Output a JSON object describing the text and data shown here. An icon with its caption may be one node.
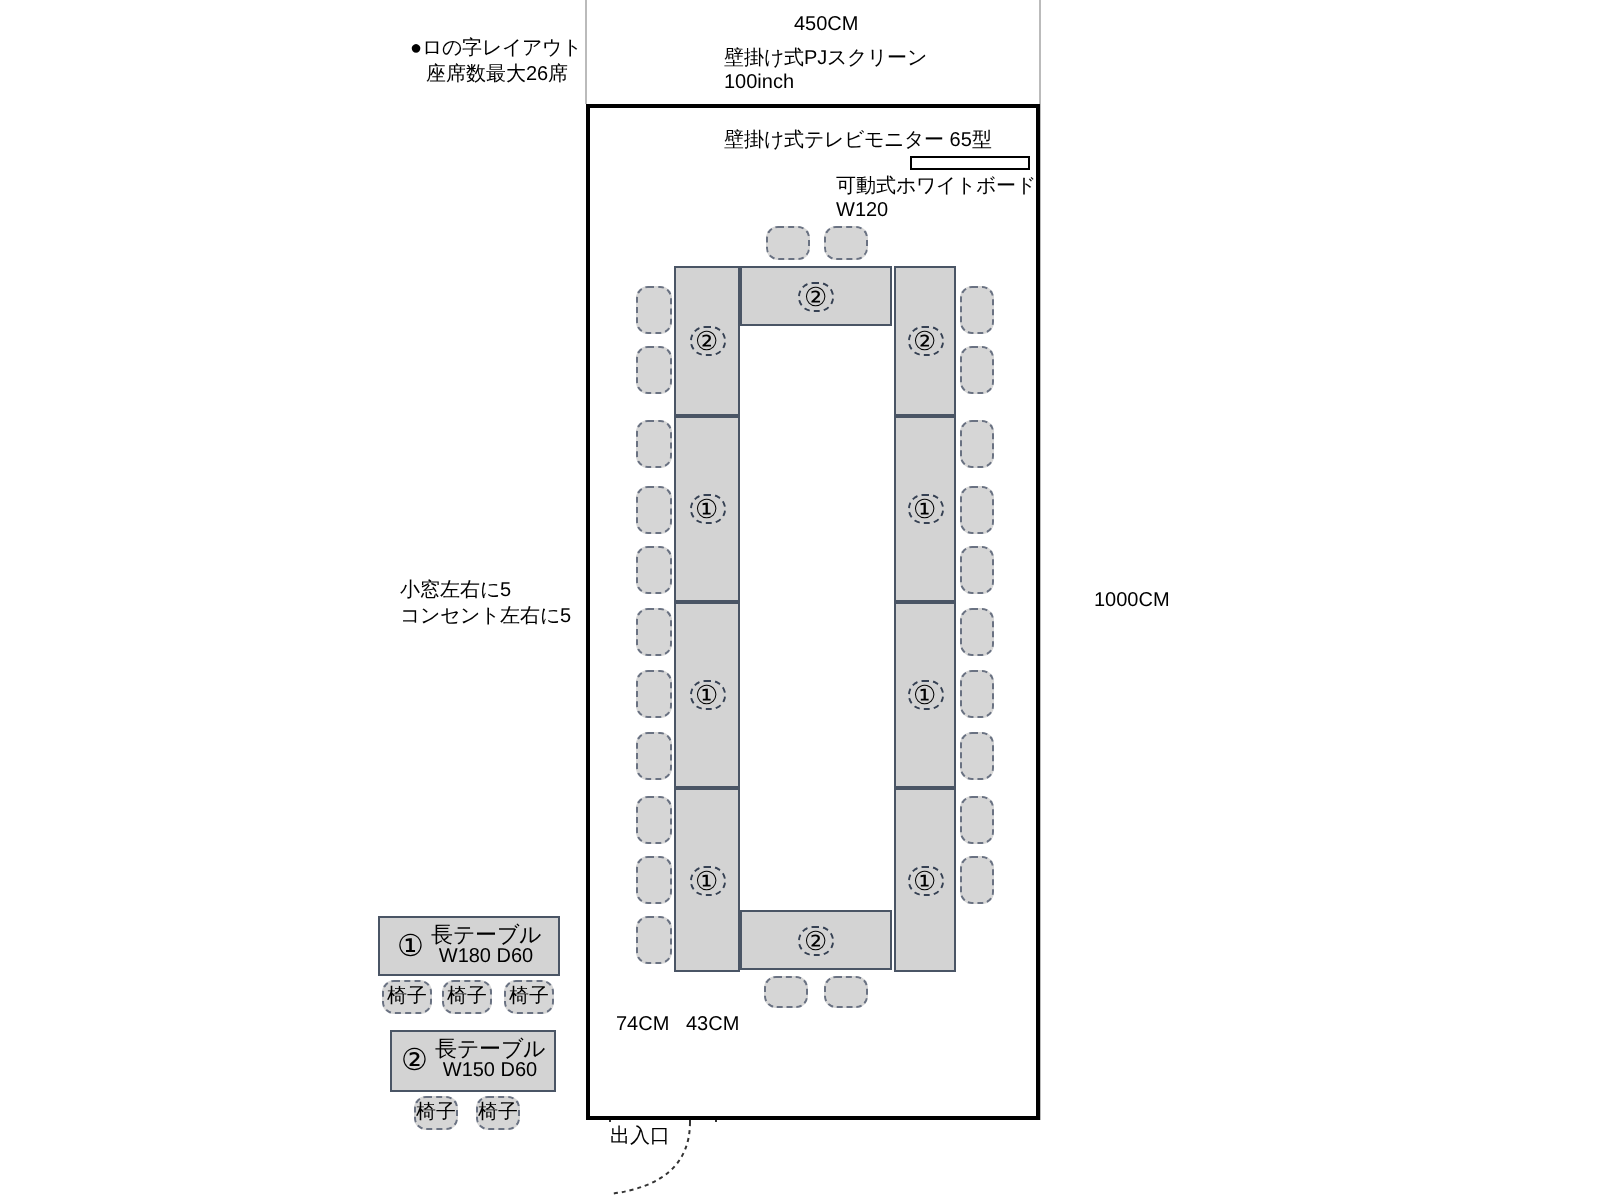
{
  "diagram": {
    "nodes": [
      {
        "text": [],
        "shape": "box"
      },
      {
        "text": [],
        "shape": "bar",
        "beside": [
          "可動式ホワイトボード",
          "W120"
        ],
        "in": 0
      },
      {
        "text": [],
        "shape": "box",
        "in": 0
      },
      {
        "text": [],
        "shape": "box",
        "in": 0
      },
      {
        "text": [
          "②"
        ],
        "in": 0
      },
      {
        "text": [
          "②"
        ],
        "in": 0
      },
      {
        "text": [
          "②"
        ],
        "in": 0
      },
      {
        "text": [
          "①"
        ],
        "in": 0
      },
      {
        "text": [
          "①"
        ],
        "in": 0
      },
      {
        "text": [
          "①"
        ],
        "in": 0
      },
      {
        "text": [
          "①"
        ],
        "in": 0
      },
      {
        "text": [
          "①"
        ],
        "in": 0
      },
      {
        "text": [
          "①"
        ],
        "in": 0
      },
      {
        "text": [
          "②"
        ],
        "in": 0
      },
      {
        "text": [],
        "shape": "box",
        "in": 0
      },
      {
        "text": [],
        "shape": "box",
        "in": 0
      },
      {
        "text": [],
        "shape": "box",
        "in": 0
      },
      {
        "text": [],
        "shape": "box",
        "in": 0
      },
      {
        "text": [],
        "shape": "box",
        "in": 0
      },
      {
        "text": [],
        "shape": "box",
        "in": 0
      },
      {
        "text": [],
        "shape": "box",
        "in": 0
      },
      {
        "text": [],
        "shape": "box",
        "in": 0
      },
      {
        "text": [],
        "shape": "box",
        "in": 0
      },
      {
        "text": [],
        "shape": "box",
        "in": 0
      },
      {
        "text": [],
        "shape": "box",
        "in": 0
      },
      {
        "text": [],
        "shape": "box",
        "in": 0
      },
      {
        "text": [],
        "shape": "box",
        "in": 0
      },
      {
        "text": [],
        "shape": "box",
        "in": 0
      },
      {
        "text": [],
        "shape": "box",
        "in": 0
      },
      {
        "text": [],
        "shape": "box",
        "in": 0
      },
      {
        "text": [],
        "shape": "box",
        "in": 0
      },
      {
        "text": [],
        "shape": "box",
        "in": 0
      },
      {
        "text": [],
        "shape": "box",
        "in": 0
      },
      {
        "text": [],
        "shape": "box",
        "in": 0
      },
      {
        "text": [],
        "shape": "box",
        "in": 0
      },
      {
        "text": [],
        "shape": "box",
        "in": 0
      },
      {
        "text": [],
        "shape": "box",
        "in": 0
      },
      {
        "text": [
          "①",
          "長テーブル",
          "W180 D60"
        ]
      },
      {
        "text": [
          "椅子"
        ]
      },
      {
        "text": [
          "椅子"
        ]
      },
      {
        "text": [
          "椅子"
        ]
      },
      {
        "text": [
          "②",
          "長テーブル",
          "W150 D60"
        ]
      },
      {
        "text": [
          "椅子"
        ]
      },
      {
        "text": [
          "椅子"
        ]
      }
    ],
    "labels": [
      "●ロの字レイアウト",
      "座席数最大26席",
      "450CM",
      "壁掛け式PJスクリーン",
      "100inch",
      "壁掛け式テレビモニター 65型",
      "小窓左右に5",
      "コンセント左右に5",
      "1000CM",
      "74CM",
      "43CM",
      "出入口"
    ]
  }
}
